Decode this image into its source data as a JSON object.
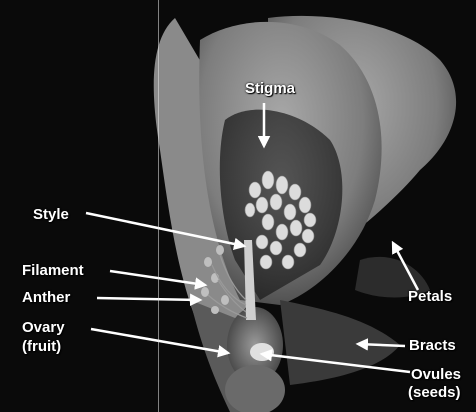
{
  "labels": {
    "stigma": "Stigma",
    "style": "Style",
    "filament": "Filament",
    "anther": "Anther",
    "ovary": "Ovary",
    "ovary_note": "(fruit)",
    "petals": "Petals",
    "bracts": "Bracts",
    "ovules": "Ovules",
    "ovules_note": "(seeds)"
  },
  "colors": {
    "background": "#0a0a0a",
    "petal": "#9a9a9a",
    "label": "#ffffff",
    "arrow": "#ffffff"
  }
}
